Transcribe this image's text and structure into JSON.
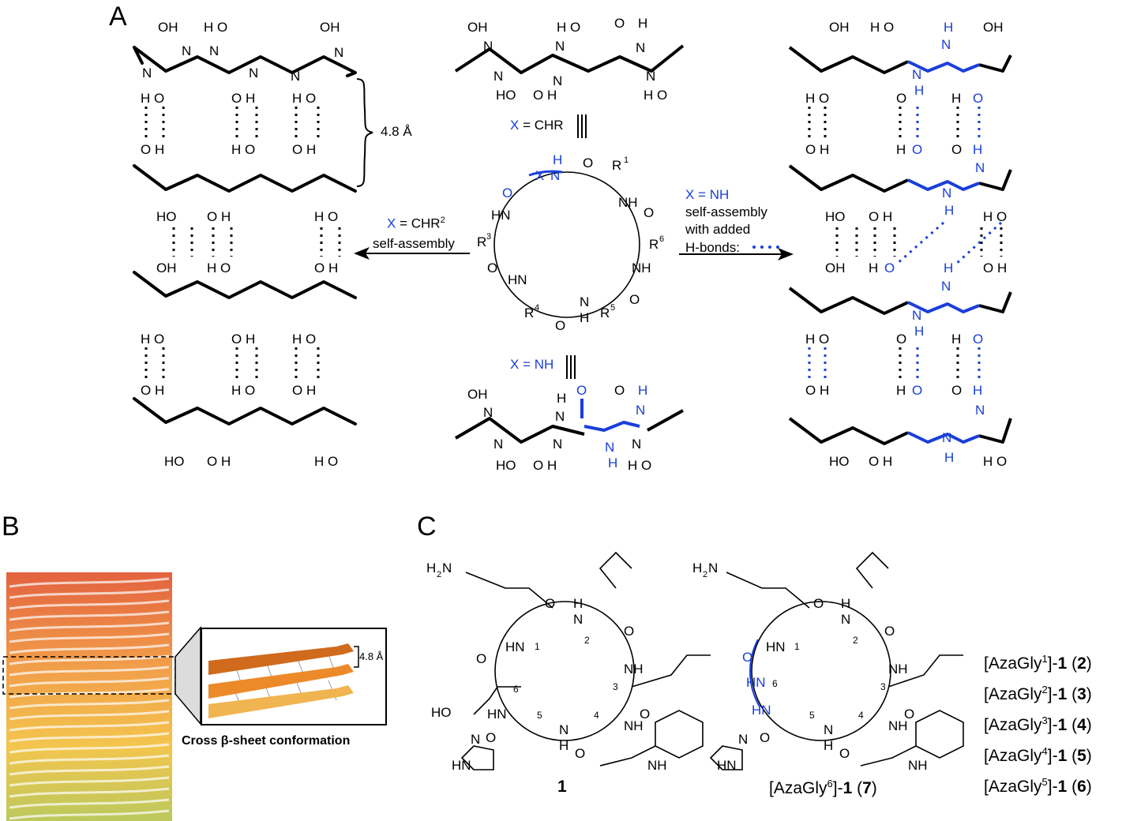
{
  "panels": {
    "A": {
      "label": "A",
      "spacing_label": "4.8 Å",
      "top_middle_condition": {
        "x": "X",
        "rest": " = CHR"
      },
      "bottom_middle_condition": {
        "x": "X",
        "rest": " = NH"
      },
      "left_arrow": {
        "line1_x": "X",
        "line1_rest": " = CHR",
        "line1_sup": "2",
        "line2": "self-assembly"
      },
      "right_arrow": {
        "line1": "X = NH",
        "line2": "self-assembly",
        "line3": "with added",
        "line4": "H-bonds:"
      },
      "macrocycle": {
        "residues": [
          "R1",
          "R3",
          "R4",
          "R5",
          "R6"
        ],
        "variable_atom": "X",
        "colors": {
          "variable": "#1a3fd8",
          "default": "#000000"
        }
      }
    },
    "B": {
      "label": "B",
      "inset_spacing": "4.8 Å",
      "caption": "Cross β-sheet conformation"
    },
    "C": {
      "label": "C",
      "compound_1": {
        "number": "1",
        "positions": [
          "1",
          "2",
          "3",
          "4",
          "5",
          "6"
        ]
      },
      "compound_7": {
        "name_prefix": "[AzaGly",
        "sup": "6",
        "name_suffix": "]-",
        "bold1": "1",
        "paren_open": " (",
        "bold_num": "7",
        "paren_close": ")"
      },
      "analogs": [
        {
          "sup": "1",
          "num": "2"
        },
        {
          "sup": "2",
          "num": "3"
        },
        {
          "sup": "3",
          "num": "4"
        },
        {
          "sup": "4",
          "num": "5"
        },
        {
          "sup": "5",
          "num": "6"
        }
      ],
      "analog_prefix": "[AzaGly",
      "analog_mid": "]-",
      "analog_parent": "1"
    }
  },
  "colors": {
    "accent_blue": "#1a3fd8",
    "ink": "#000000"
  }
}
